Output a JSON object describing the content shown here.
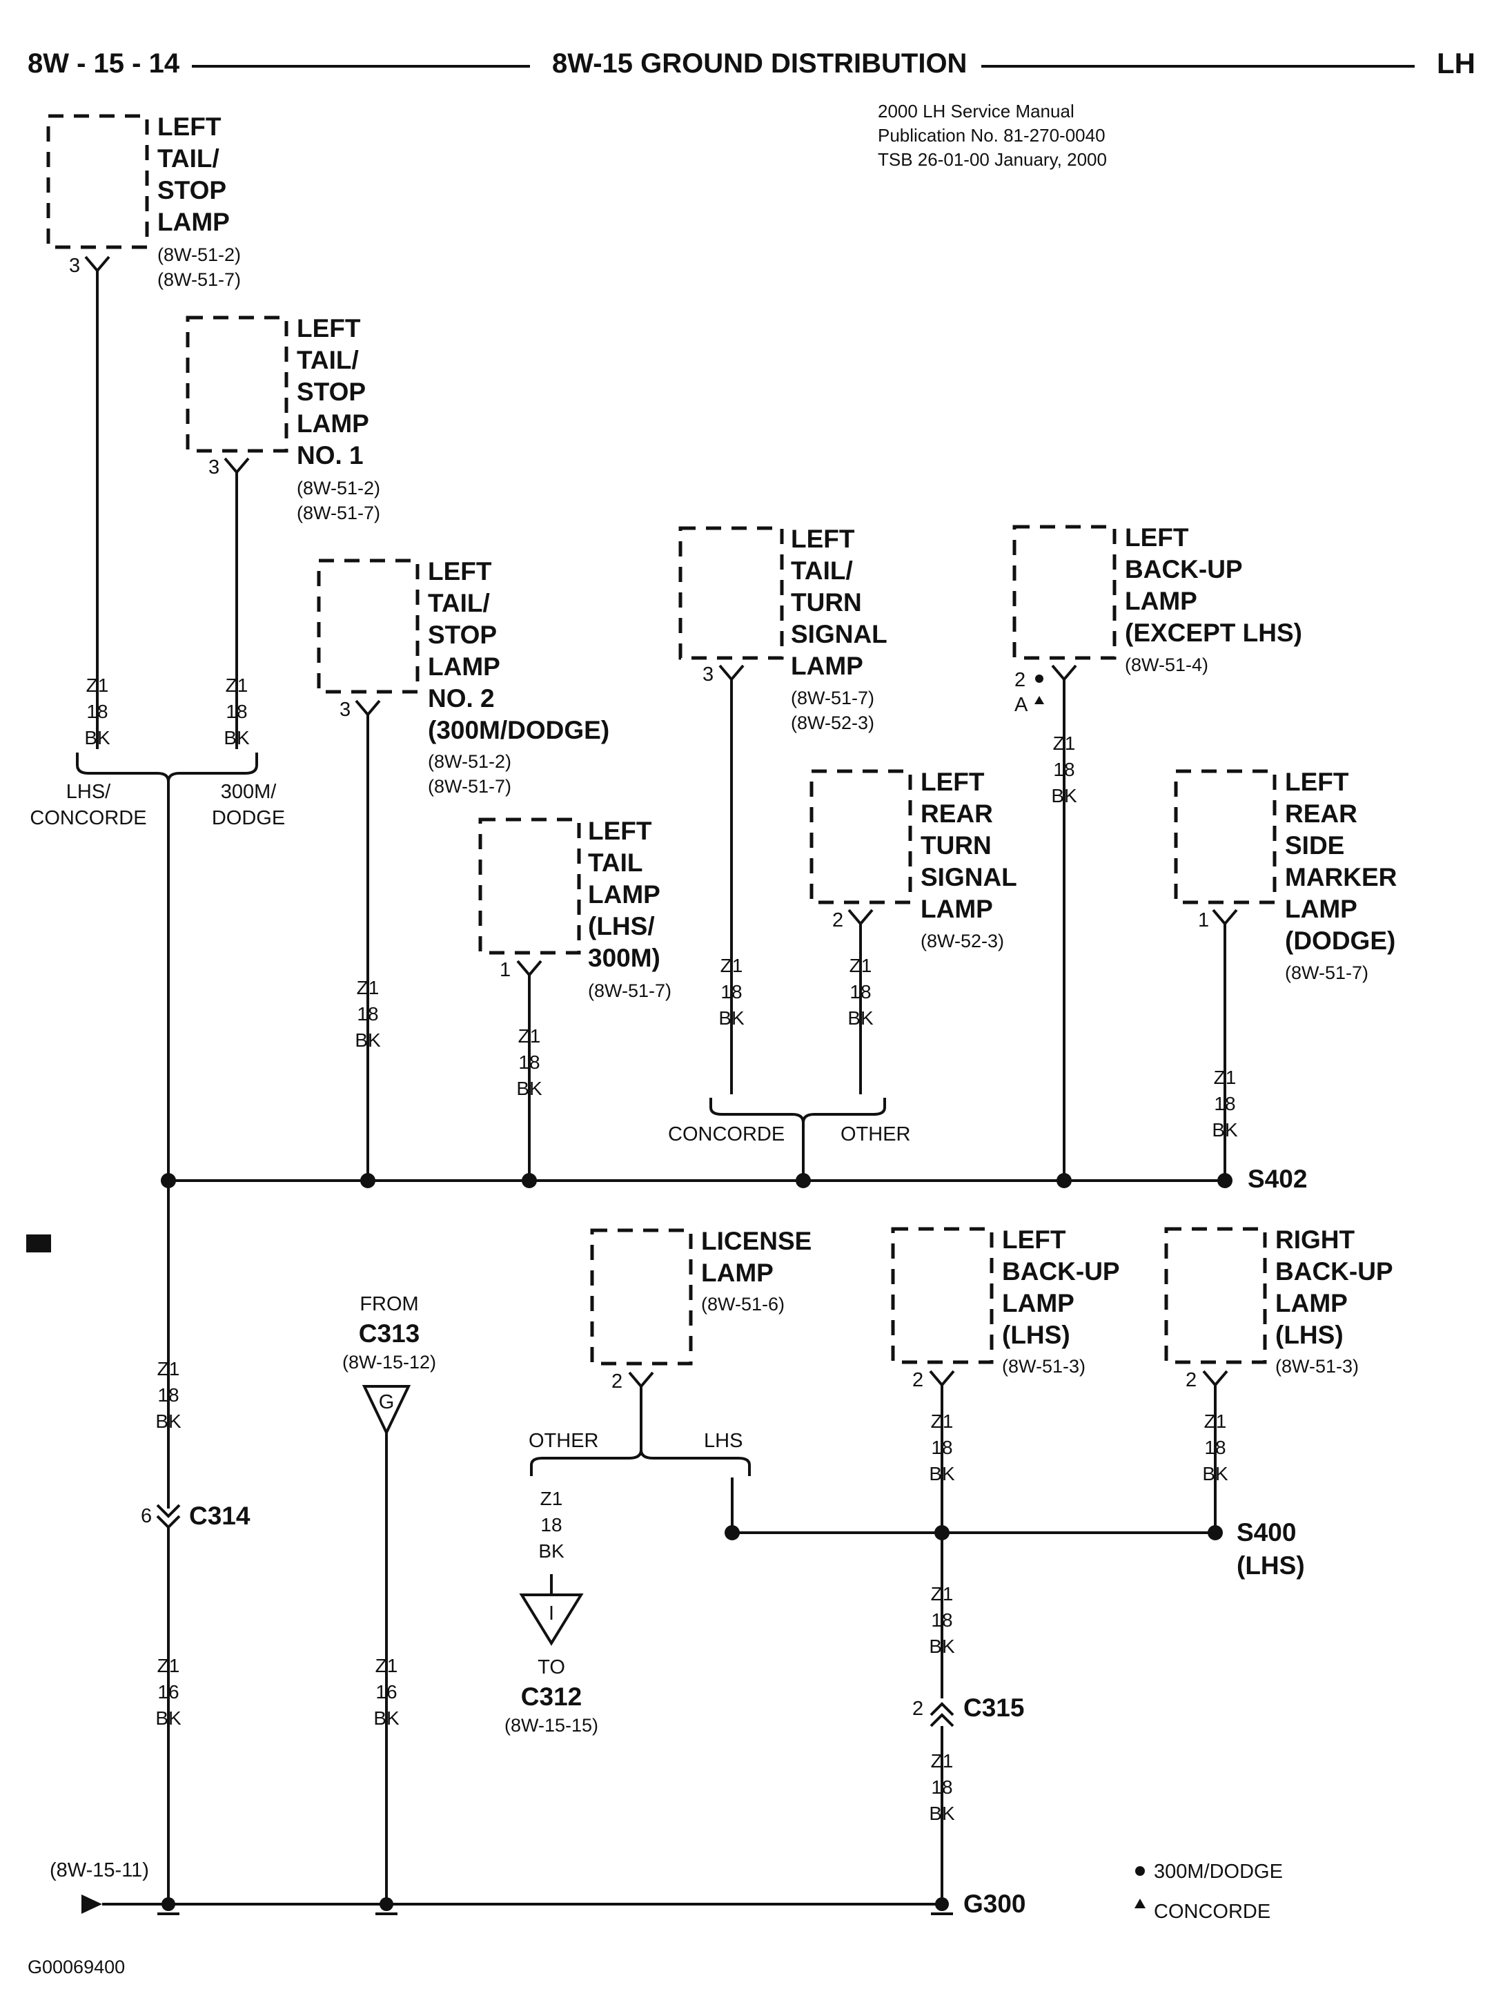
{
  "header": {
    "page": "8W - 15 - 14",
    "title": "8W-15 GROUND DISTRIBUTION",
    "section": "LH"
  },
  "publication": {
    "line1": "2000 LH Service Manual",
    "line2": "Publication No. 81-270-0040",
    "line3": "TSB 26-01-00   January, 2000"
  },
  "components": {
    "c1": {
      "lines": [
        "LEFT",
        "TAIL/",
        "STOP",
        "LAMP"
      ],
      "refs": [
        "(8W-51-2)",
        "(8W-51-7)"
      ],
      "pin": "3"
    },
    "c2": {
      "lines": [
        "LEFT",
        "TAIL/",
        "STOP",
        "LAMP",
        "NO. 1"
      ],
      "refs": [
        "(8W-51-2)",
        "(8W-51-7)"
      ],
      "pin": "3"
    },
    "c3": {
      "lines": [
        "LEFT",
        "TAIL/",
        "STOP",
        "LAMP",
        "NO. 2",
        "(300M/DODGE)"
      ],
      "refs": [
        "(8W-51-2)",
        "(8W-51-7)"
      ],
      "pin": "3"
    },
    "c4": {
      "lines": [
        "LEFT",
        "TAIL",
        "LAMP",
        "(LHS/",
        "300M)"
      ],
      "refs": [
        "(8W-51-7)"
      ],
      "pin": "1"
    },
    "c5": {
      "lines": [
        "LEFT",
        "TAIL/",
        "TURN",
        "SIGNAL",
        "LAMP"
      ],
      "refs": [
        "(8W-51-7)",
        "(8W-52-3)"
      ],
      "pin": "3"
    },
    "c6": {
      "lines": [
        "LEFT",
        "REAR",
        "TURN",
        "SIGNAL",
        "LAMP"
      ],
      "refs": [
        "(8W-52-3)"
      ],
      "pin": "2"
    },
    "c7": {
      "lines": [
        "LEFT",
        "BACK-UP",
        "LAMP",
        "(EXCEPT LHS)"
      ],
      "refs": [
        "(8W-51-4)"
      ],
      "pin": "2",
      "pin2": "A"
    },
    "c8": {
      "lines": [
        "LEFT",
        "REAR",
        "SIDE",
        "MARKER",
        "LAMP",
        "(DODGE)"
      ],
      "refs": [
        "(8W-51-7)"
      ],
      "pin": "1"
    },
    "c9": {
      "lines": [
        "LICENSE",
        "LAMP"
      ],
      "refs": [
        "(8W-51-6)"
      ],
      "pin": "2"
    },
    "c10": {
      "lines": [
        "LEFT",
        "BACK-UP",
        "LAMP",
        "(LHS)"
      ],
      "refs": [
        "(8W-51-3)"
      ],
      "pin": "2"
    },
    "c11": {
      "lines": [
        "RIGHT",
        "BACK-UP",
        "LAMP",
        "(LHS)"
      ],
      "refs": [
        "(8W-51-3)"
      ],
      "pin": "2"
    }
  },
  "wire": {
    "circuit": "Z1",
    "gauge": "18",
    "gauge_16": "16",
    "color": "BK"
  },
  "branches": {
    "lhs_concorde": [
      "LHS/",
      "CONCORDE"
    ],
    "m300_dodge": [
      "300M/",
      "DODGE"
    ],
    "concorde": "CONCORDE",
    "other": "OTHER",
    "lhs": "LHS"
  },
  "splices": {
    "s402": "S402",
    "s400": "S400",
    "s400_note": "(LHS)"
  },
  "connectors": {
    "c314": "C314",
    "c314_pin": "6",
    "c315": "C315",
    "c315_pin": "2",
    "from_label": "FROM",
    "c313": "C313",
    "c313_ref": "(8W-15-12)",
    "c313_letter": "G",
    "to_label": "TO",
    "c312": "C312",
    "c312_ref": "(8W-15-15)",
    "c312_letter": "I"
  },
  "ground": {
    "g300": "G300",
    "arrow_ref": "(8W-15-11)"
  },
  "legend": {
    "dot": "300M/DODGE",
    "triangle": "CONCORDE"
  },
  "footer": {
    "id": "G00069400"
  }
}
